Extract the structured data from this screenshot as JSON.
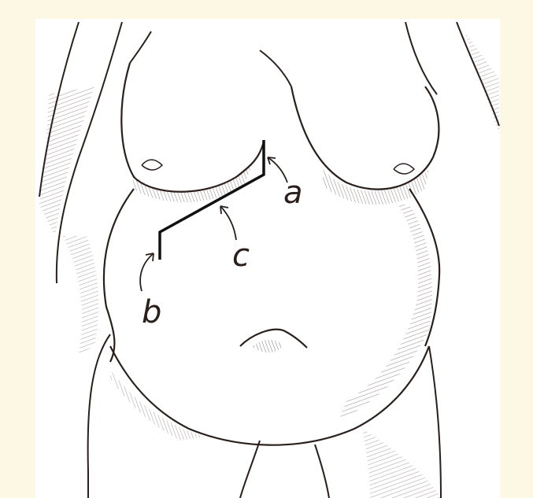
{
  "labels": {
    "a": "a",
    "b": "b",
    "c": "c"
  },
  "colors": {
    "frame": "#fdf8e4",
    "panel": "#ffffff",
    "ink": "#2b1f1c"
  }
}
